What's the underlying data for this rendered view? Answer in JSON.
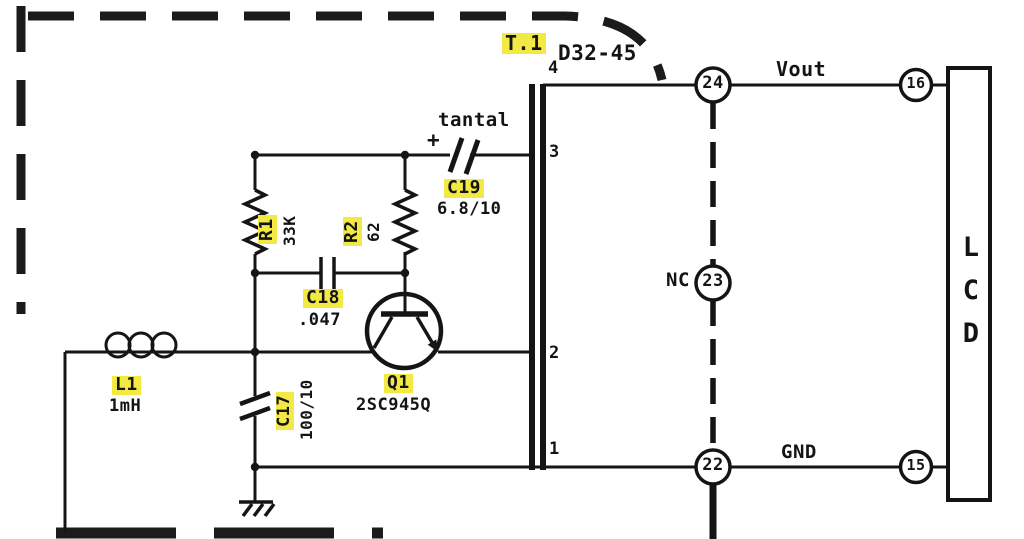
{
  "schematic": {
    "transformer": {
      "label": "T.1",
      "part": "D32-45",
      "pins": {
        "p4": "4",
        "p3": "3",
        "p2": "2",
        "p1": "1"
      }
    },
    "capacitor_c19": {
      "label": "C19",
      "value": "6.8/10",
      "type_note": "tantal",
      "polarity": "+"
    },
    "resistor_r1": {
      "label": "R1",
      "value": "33K"
    },
    "resistor_r2": {
      "label": "R2",
      "value": "62"
    },
    "capacitor_c18": {
      "label": "C18",
      "value": ".047"
    },
    "capacitor_c17": {
      "label": "C17",
      "value": "100/10"
    },
    "transistor_q1": {
      "label": "Q1",
      "value": "2SC945Q"
    },
    "inductor_l1": {
      "label": "L1",
      "value": "1mH"
    },
    "connectors": {
      "c24": {
        "number": "24",
        "label": "Vout"
      },
      "c23": {
        "number": "23",
        "label": "NC"
      },
      "c22": {
        "number": "22",
        "label": "GND"
      },
      "c16": {
        "number": "16"
      },
      "c15": {
        "number": "15"
      }
    },
    "lcd": {
      "label": "LCD"
    }
  },
  "colors": {
    "highlight": "#f3e945",
    "ink": "#141414",
    "background": "#ffffff"
  }
}
